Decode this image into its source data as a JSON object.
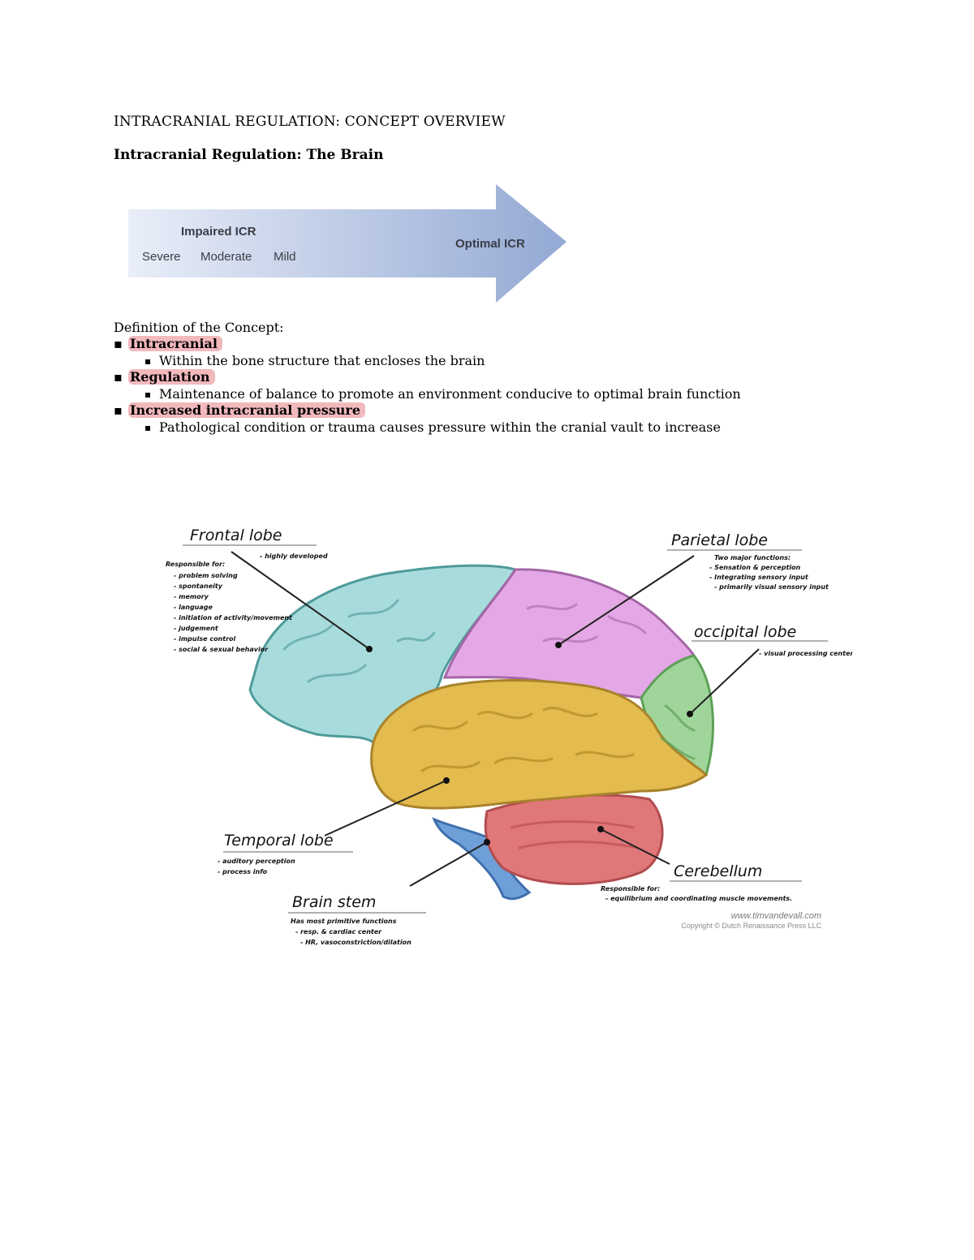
{
  "header": {
    "title": "INTRACRANIAL REGULATION: CONCEPT OVERVIEW",
    "subtitle": "Intracranial Regulation: The Brain"
  },
  "continuum": {
    "impaired_label": "Impaired ICR",
    "levels": [
      "Severe",
      "Moderate",
      "Mild"
    ],
    "optimal_label": "Optimal ICR",
    "gradient_start": "#e9eef8",
    "gradient_end": "#93a9d4"
  },
  "definition": {
    "intro": "Definition of the Concept:",
    "terms": [
      {
        "term": "Intracranial",
        "meaning": "Within the bone structure that encloses the brain"
      },
      {
        "term": "Regulation",
        "meaning": "Maintenance of balance to promote an environment conducive to optimal brain function"
      },
      {
        "term": "Increased intracranial pressure",
        "meaning": "Pathological condition or trauma causes pressure within the cranial vault to increase"
      }
    ],
    "highlight_color": "#f2b9bd"
  },
  "brain": {
    "colors": {
      "frontal": "#a8dcdc",
      "parietal": "#e5a8e6",
      "occipital": "#9fd59a",
      "temporal": "#e3bb4e",
      "cerebellum": "#e0787a",
      "brainstem": "#6f9fd8"
    },
    "labels": {
      "frontal": "Frontal lobe",
      "frontal_note": "- highly developed",
      "frontal_notes": [
        "Responsible for:",
        "- problem solving",
        "- spontaneity",
        "- memory",
        "- language",
        "- initiation of activity/movement",
        "- judgement",
        "- impulse control",
        "- social & sexual behavior"
      ],
      "parietal": "Parietal lobe",
      "parietal_notes": [
        "Two major functions:",
        "- Sensation & perception",
        "- Integrating sensory input",
        "  - primarily visual sensory input"
      ],
      "occipital": "occipital lobe",
      "occipital_notes": [
        "- visual processing center"
      ],
      "temporal": "Temporal lobe",
      "temporal_notes": [
        "- auditory perception",
        "- process info"
      ],
      "brainstem": "Brain stem",
      "brainstem_notes": [
        "Has most primitive functions",
        "- resp. & cardiac center",
        "  - HR, vasoconstriction/dilation"
      ],
      "cerebellum": "Cerebellum",
      "cerebellum_notes": [
        "Responsible for:",
        "- equilibrium and coordinating muscle movements."
      ]
    },
    "credit_url": "www.timvandevall.com",
    "credit_copyright": "Copyright © Dutch Renaissance Press LLC"
  }
}
